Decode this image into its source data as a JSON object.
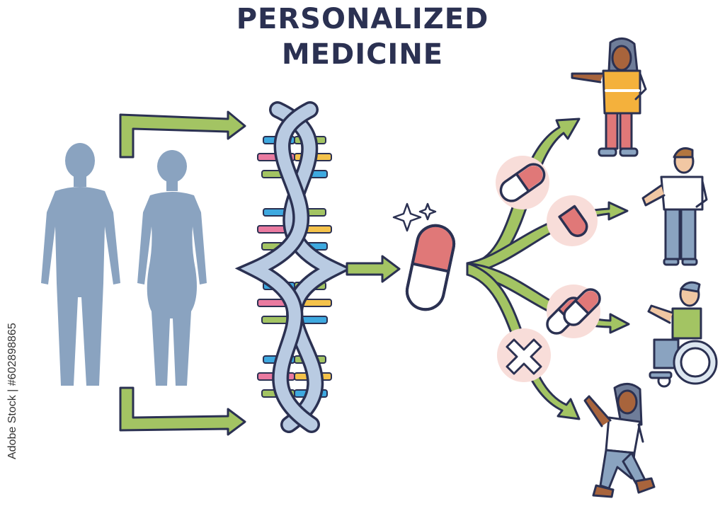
{
  "title": {
    "line1": "PERSONALIZED",
    "line2": "MEDICINE"
  },
  "credit": "Adobe Stock | #602898865",
  "colors": {
    "silhouette": "#8aa3c0",
    "arrow_fill": "#a3c463",
    "arrow_stroke": "#2b3152",
    "capsule_red": "#e07878",
    "capsule_white": "#ffffff",
    "badge_pink": "#f8ddd9",
    "dna_backbone": "#b9cbe2",
    "dna_pairs": [
      "#3ea9e0",
      "#a3c463",
      "#e97aa0",
      "#f4c24a"
    ]
  },
  "icons": {
    "people": "human-silhouettes",
    "dna": "dna-helix",
    "pill": "capsule",
    "sparkle": "sparkle",
    "reject": "cross-mark"
  },
  "outcomes": [
    {
      "id": "capsule",
      "person": "woman-standing"
    },
    {
      "id": "tablet",
      "person": "man-standing"
    },
    {
      "id": "double-capsule",
      "person": "wheelchair-user"
    },
    {
      "id": "rejected",
      "person": "person-dancing"
    }
  ]
}
